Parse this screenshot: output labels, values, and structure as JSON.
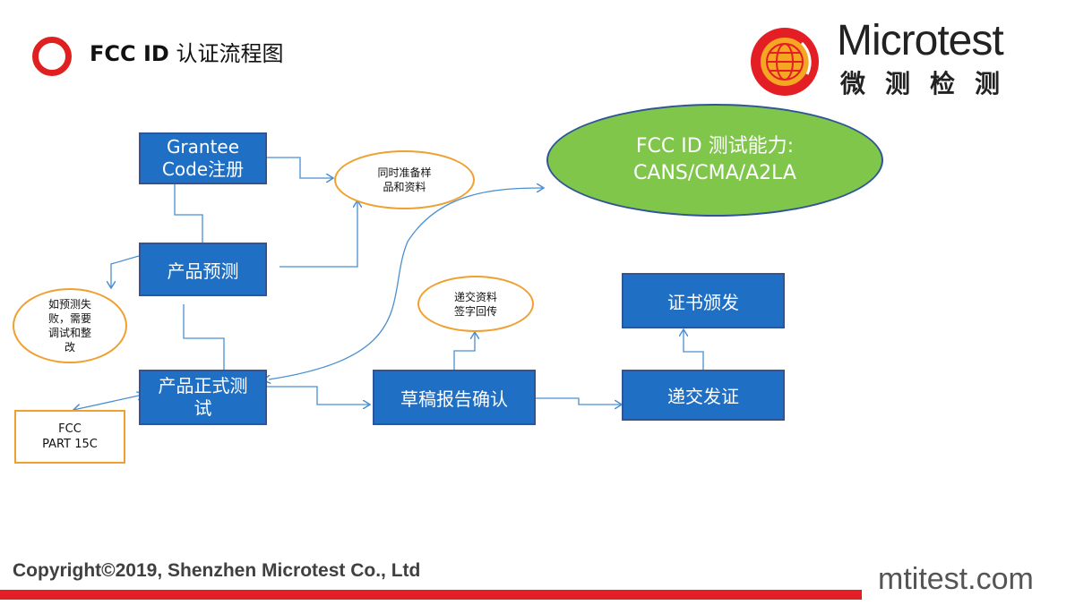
{
  "header": {
    "title_latin": "FCC ID",
    "title_cn": "认证流程图"
  },
  "logo": {
    "wordmark": "Microtest",
    "chinese": "微测检测"
  },
  "nodes": {
    "grantee": "Grantee\nCode注册",
    "pretest": "产品预测",
    "formal_test": "产品正式测\n试",
    "draft_confirm": "草稿报告确认",
    "submit_cert": "递交发证",
    "cert_issue": "证书颁发",
    "capability": "FCC ID 测试能力:\nCANS/CMA/A2LA",
    "prepare_samples": "同时准备样\n品和资料",
    "pretest_fail": "如预测失\n败，需要\n调试和整\n改",
    "submit_docs": "递交资料\n签字回传",
    "fcc_part": "FCC\nPART 15C"
  },
  "footer": {
    "copyright": "Copyright©2019, Shenzhen Microtest Co., Ltd",
    "site": "mtitest.com"
  },
  "colors": {
    "box_fill": "#1f6fc5",
    "box_border": "#2f5597",
    "oval_border": "#f0a030",
    "capability_fill": "#7fc64a",
    "accent_red": "#e31e24",
    "connector": "#4a8fd0"
  }
}
